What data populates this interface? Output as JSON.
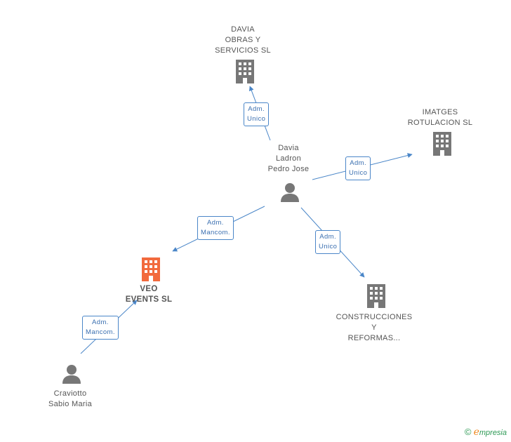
{
  "colors": {
    "edge": "#4a86c8",
    "node_gray": "#777777",
    "node_highlight": "#f26a3d"
  },
  "nodes": {
    "davia_obras": {
      "lines": [
        "DAVIA",
        "OBRAS Y",
        "SERVICIOS SL"
      ],
      "icon": "building-icon"
    },
    "imatges": {
      "lines": [
        "IMATGES",
        "ROTULACION SL"
      ],
      "icon": "building-icon"
    },
    "davia_ladron": {
      "lines": [
        "Davia",
        "Ladron",
        "Pedro Jose"
      ],
      "icon": "person-icon"
    },
    "veo_events": {
      "lines": [
        "VEO",
        "EVENTS SL"
      ],
      "icon": "building-icon"
    },
    "construcciones": {
      "lines": [
        "CONSTRUCCIONES",
        "Y",
        "REFORMAS..."
      ],
      "icon": "building-icon"
    },
    "craviotto": {
      "lines": [
        "Craviotto",
        "Sabio Maria"
      ],
      "icon": "person-icon"
    }
  },
  "relations": {
    "r1": [
      "Adm.",
      "Unico"
    ],
    "r2": [
      "Adm.",
      "Unico"
    ],
    "r3": [
      "Adm.",
      "Mancom."
    ],
    "r4": [
      "Adm.",
      "Unico"
    ],
    "r5": [
      "Adm.",
      "Mancom."
    ]
  },
  "footer": {
    "copyright": "©",
    "brand_e": "e",
    "brand_rest": "mpresia"
  }
}
